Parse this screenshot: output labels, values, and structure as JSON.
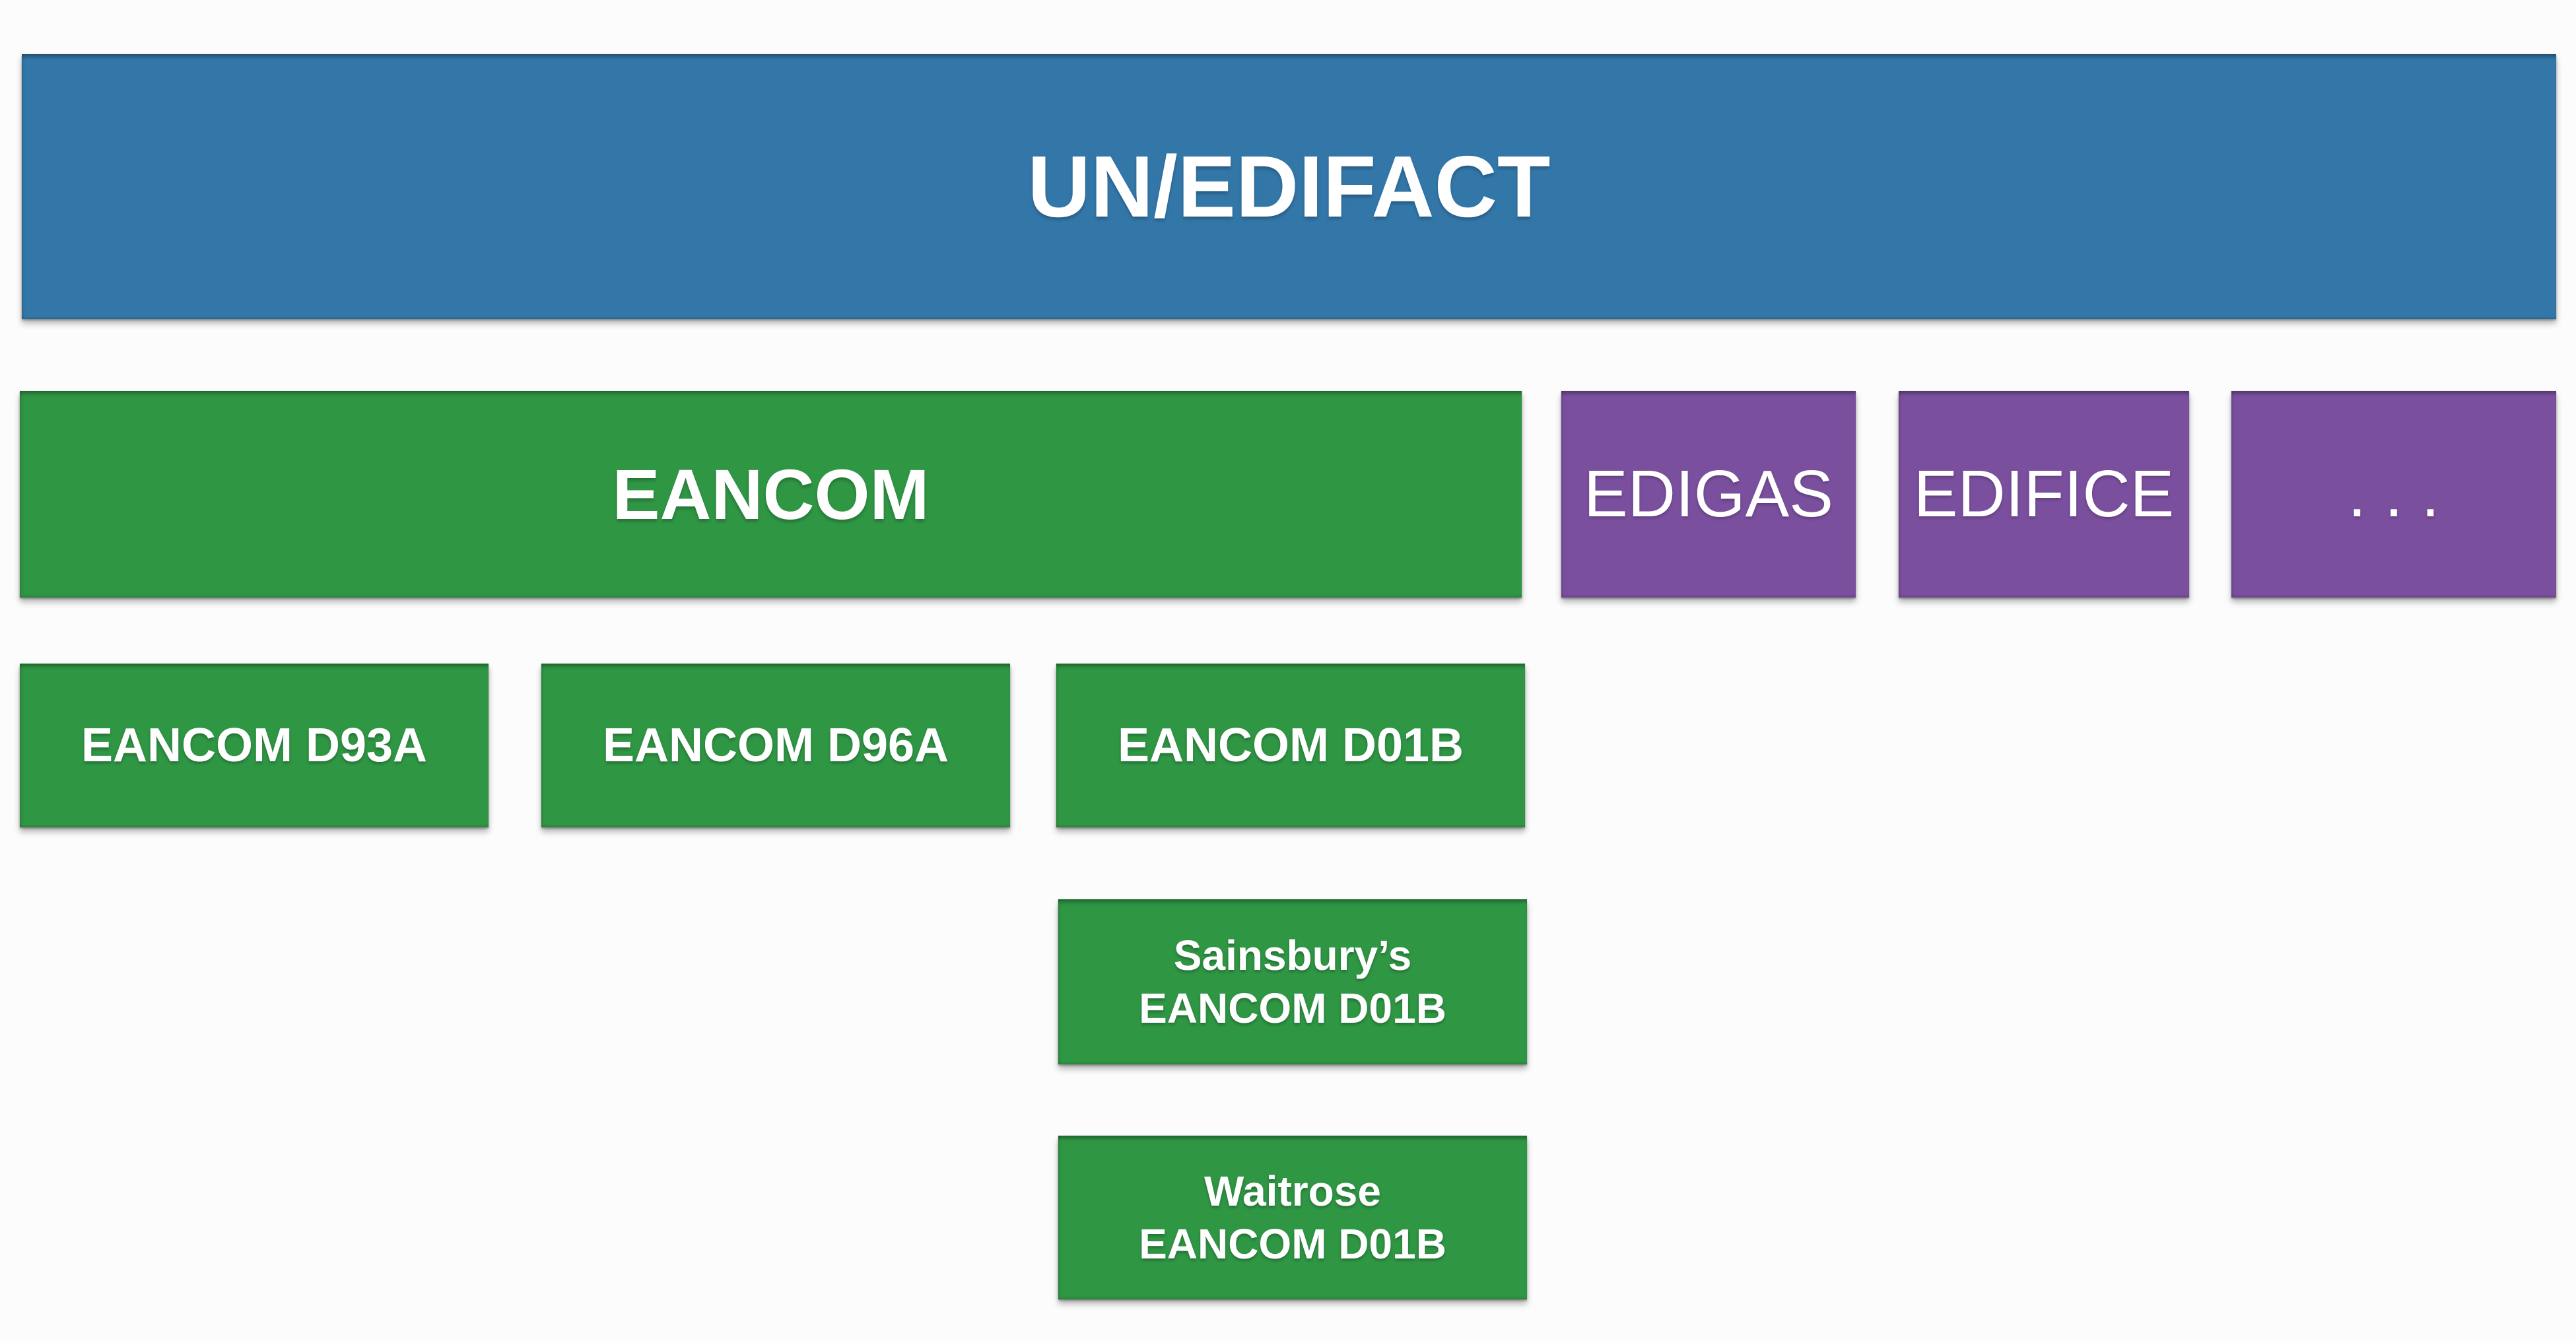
{
  "canvas": {
    "background": "#fcfcfc"
  },
  "palette": {
    "blue": "#3377a9",
    "green": "#2f9644",
    "purple": "#7a4f9e",
    "label_text": "#ffffff"
  },
  "diagram": {
    "root": {
      "label": "UN/EDIFACT"
    },
    "level2": [
      {
        "id": "eancom",
        "label": "EANCOM",
        "color": "green"
      },
      {
        "id": "edigas",
        "label": "EDIGAS",
        "color": "purple"
      },
      {
        "id": "edifice",
        "label": "EDIFICE",
        "color": "purple"
      },
      {
        "id": "others",
        "label": ". . .",
        "color": "purple"
      }
    ],
    "level3": [
      {
        "id": "d93a",
        "label": "EANCOM D93A"
      },
      {
        "id": "d96a",
        "label": "EANCOM D96A"
      },
      {
        "id": "d01b",
        "label": "EANCOM D01B"
      }
    ],
    "level4": [
      {
        "id": "sainsburys",
        "line1": "Sainsbury’s",
        "line2": "EANCOM D01B"
      },
      {
        "id": "waitrose",
        "line1": "Waitrose",
        "line2": "EANCOM D01B"
      }
    ]
  }
}
